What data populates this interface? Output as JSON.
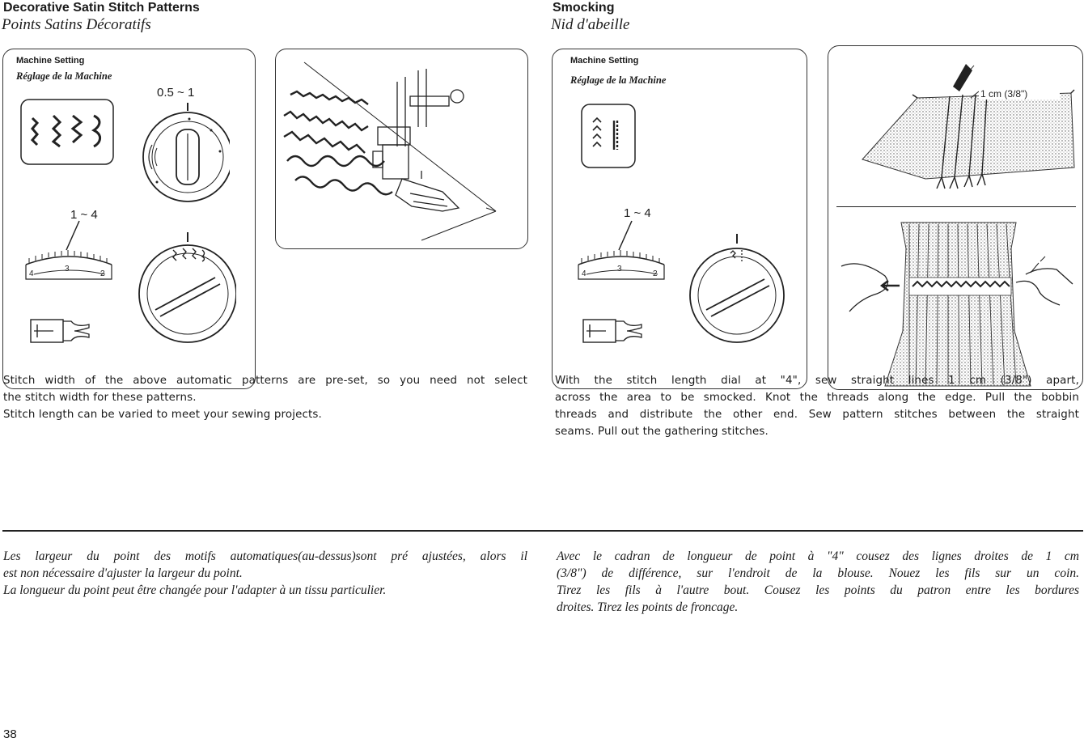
{
  "left": {
    "title_en": "Decorative Satin Stitch Patterns",
    "title_fr": "Points Satins Décoratifs",
    "machine_setting_en": "Machine Setting",
    "machine_setting_fr": "Réglage de la Machine",
    "width_value": "0.5 ~ 1",
    "length_value": "1 ~ 4",
    "length_scale": [
      "4",
      "3",
      "2"
    ],
    "en_lines": [
      "Stitch width of the above automatic patterns are pre-set, so you need not select",
      "the stitch width for these patterns.",
      "Stitch length can be varied to meet your sewing projects."
    ],
    "fr_lines": [
      "Les largeur du point des motifs automatiques(au-dessus)sont pré ajustées, alors il",
      "est non nécessaire d'ajuster la largeur du point.",
      "La longueur du point peut être changée pour l'adapter à un tissu particulier."
    ]
  },
  "right": {
    "title_en": "Smocking",
    "title_fr": "Nid d'abeille",
    "machine_setting_en": "Machine Setting",
    "machine_setting_fr": "Réglage de la Machine",
    "length_value": "1 ~ 4",
    "length_scale": [
      "4",
      "3",
      "2"
    ],
    "spacing_label": "1 cm (3/8\")",
    "en_lines": [
      "With the stitch length dial at \"4\", sew straight lines 1 cm (3/8\") apart,",
      "across the area to be smocked. Knot the threads along the edge. Pull the bobbin",
      "threads and distribute the other end. Sew pattern stitches between the straight",
      "seams. Pull out the gathering stitches."
    ],
    "fr_lines": [
      "Avec le cadran de longueur de point à \"4\" cousez des lignes droites de 1 cm",
      "(3/8\") de différence, sur l'endroit de la blouse. Nouez les fils sur un coin.",
      "Tirez les fils à l'autre bout. Cousez les points du patron entre les bordures",
      "droites. Tirez les points de froncage."
    ]
  },
  "page_number": "38"
}
